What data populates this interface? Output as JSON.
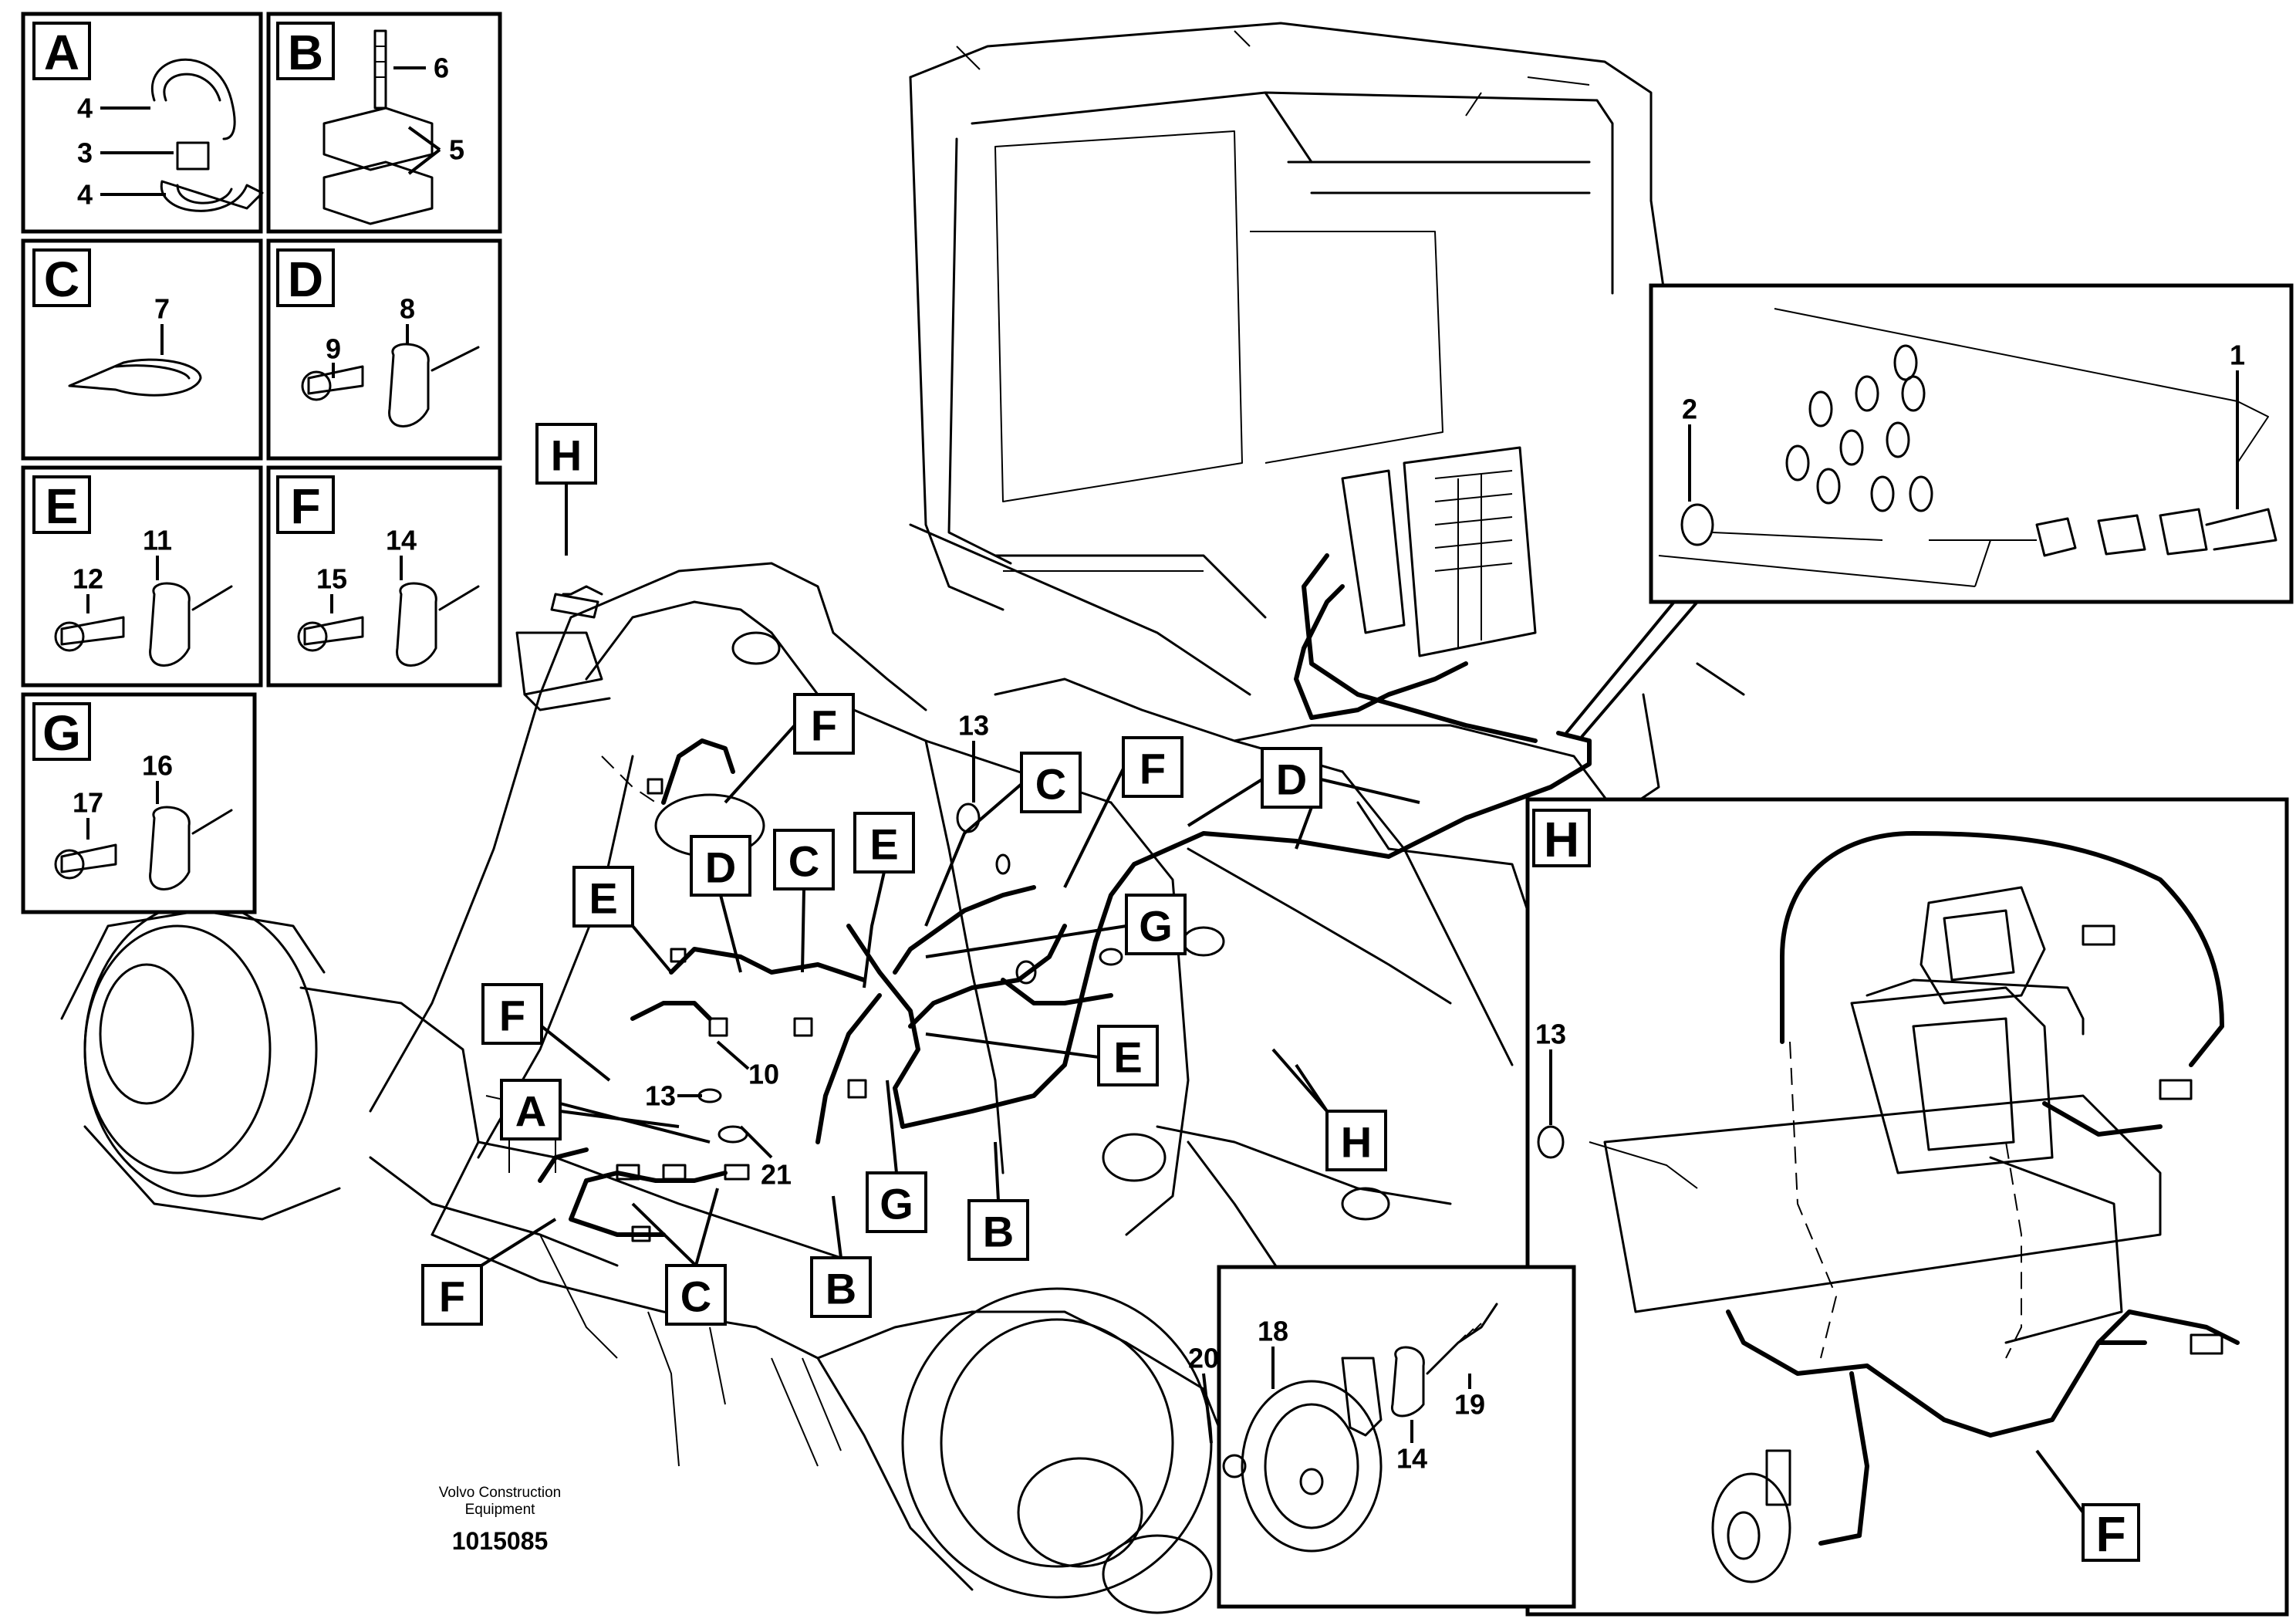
{
  "footer": {
    "company_line1": "Volvo Construction",
    "company_line2": "Equipment",
    "drawing_number": "1015085"
  },
  "detail_panels": [
    {
      "letter": "A",
      "parts": [
        "4",
        "3",
        "4"
      ]
    },
    {
      "letter": "B",
      "parts": [
        "6",
        "5"
      ]
    },
    {
      "letter": "C",
      "parts": [
        "7"
      ]
    },
    {
      "letter": "D",
      "parts": [
        "9",
        "8"
      ]
    },
    {
      "letter": "E",
      "parts": [
        "12",
        "11"
      ]
    },
    {
      "letter": "F",
      "parts": [
        "15",
        "14"
      ]
    },
    {
      "letter": "G",
      "parts": [
        "17",
        "16"
      ]
    }
  ],
  "callouts": [
    "H",
    "F",
    "C",
    "F",
    "D",
    "E",
    "D",
    "C",
    "E",
    "G",
    "F",
    "E",
    "A",
    "H",
    "G",
    "B",
    "F",
    "C",
    "B",
    "H",
    "F"
  ],
  "part_numbers": {
    "main": [
      "13",
      "10",
      "13",
      "21"
    ],
    "inset_connector": [
      "2",
      "1"
    ],
    "inset_light": [
      "13"
    ],
    "inset_horn": [
      "18",
      "20",
      "19",
      "14"
    ]
  }
}
